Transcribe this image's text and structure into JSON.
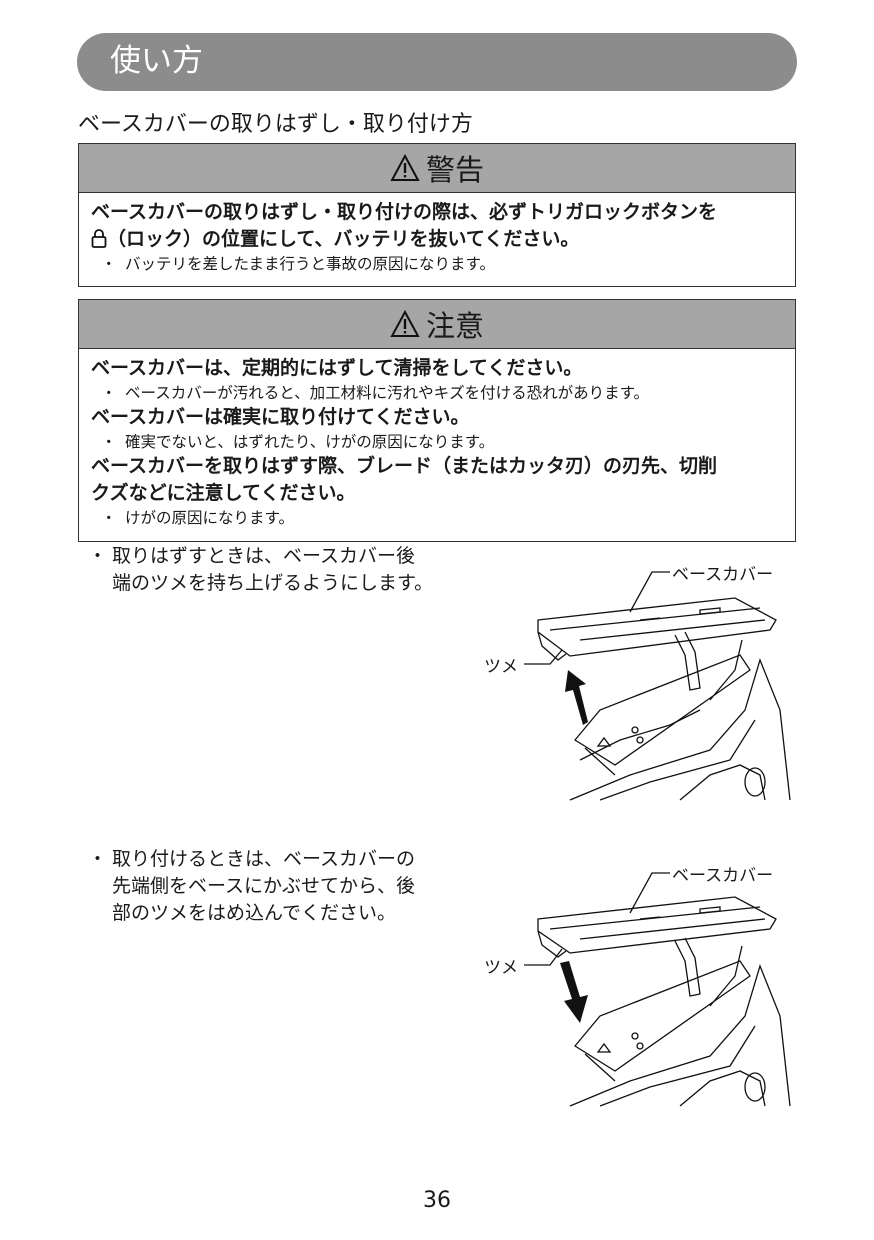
{
  "header": {
    "title": "使い方"
  },
  "section": {
    "title": "ベースカバーの取りはずし・取り付け方"
  },
  "warning": {
    "heading": "警告",
    "line1": "ベースカバーの取りはずし・取り付けの際は、必ずトリガロックボタンを",
    "line2": "（ロック）の位置にして、バッテリを抜いてください。",
    "note": "バッテリを差したまま行うと事故の原因になります。"
  },
  "caution": {
    "heading": "注意",
    "items": [
      {
        "lines": [
          "ベースカバーは、定期的にはずして清掃をしてください。"
        ],
        "note": "ベースカバーが汚れると、加工材料に汚れやキズを付ける恐れがあります。"
      },
      {
        "lines": [
          "ベースカバーは確実に取り付けてください。"
        ],
        "note": "確実でないと、はずれたり、けがの原因になります。"
      },
      {
        "lines": [
          "ベースカバーを取りはずす際、ブレード（またはカッタ刃）の刃先、切削",
          "クズなどに注意してください。"
        ],
        "note": "けがの原因になります。"
      }
    ]
  },
  "bullet_mark": "・",
  "instructions": {
    "remove": {
      "lines": [
        "取りはずすときは、ベースカバー後",
        "端のツメを持ち上げるようにします。"
      ]
    },
    "attach": {
      "lines": [
        "取り付けるときは、ベースカバーの",
        "先端側をベースにかぶせてから、後",
        "部のツメをはめ込んでください。"
      ]
    }
  },
  "figure_labels": {
    "base_cover": "ベースカバー",
    "tab": "ツメ"
  },
  "page_number": "36",
  "icons": {
    "warning": "warning-triangle-icon",
    "lock": "lock-icon",
    "arrow_up": "arrow-up-icon",
    "arrow_down": "arrow-down-icon"
  },
  "colors": {
    "header_bar": "#8c8c8c",
    "box_heading": "#a6a6a6"
  }
}
